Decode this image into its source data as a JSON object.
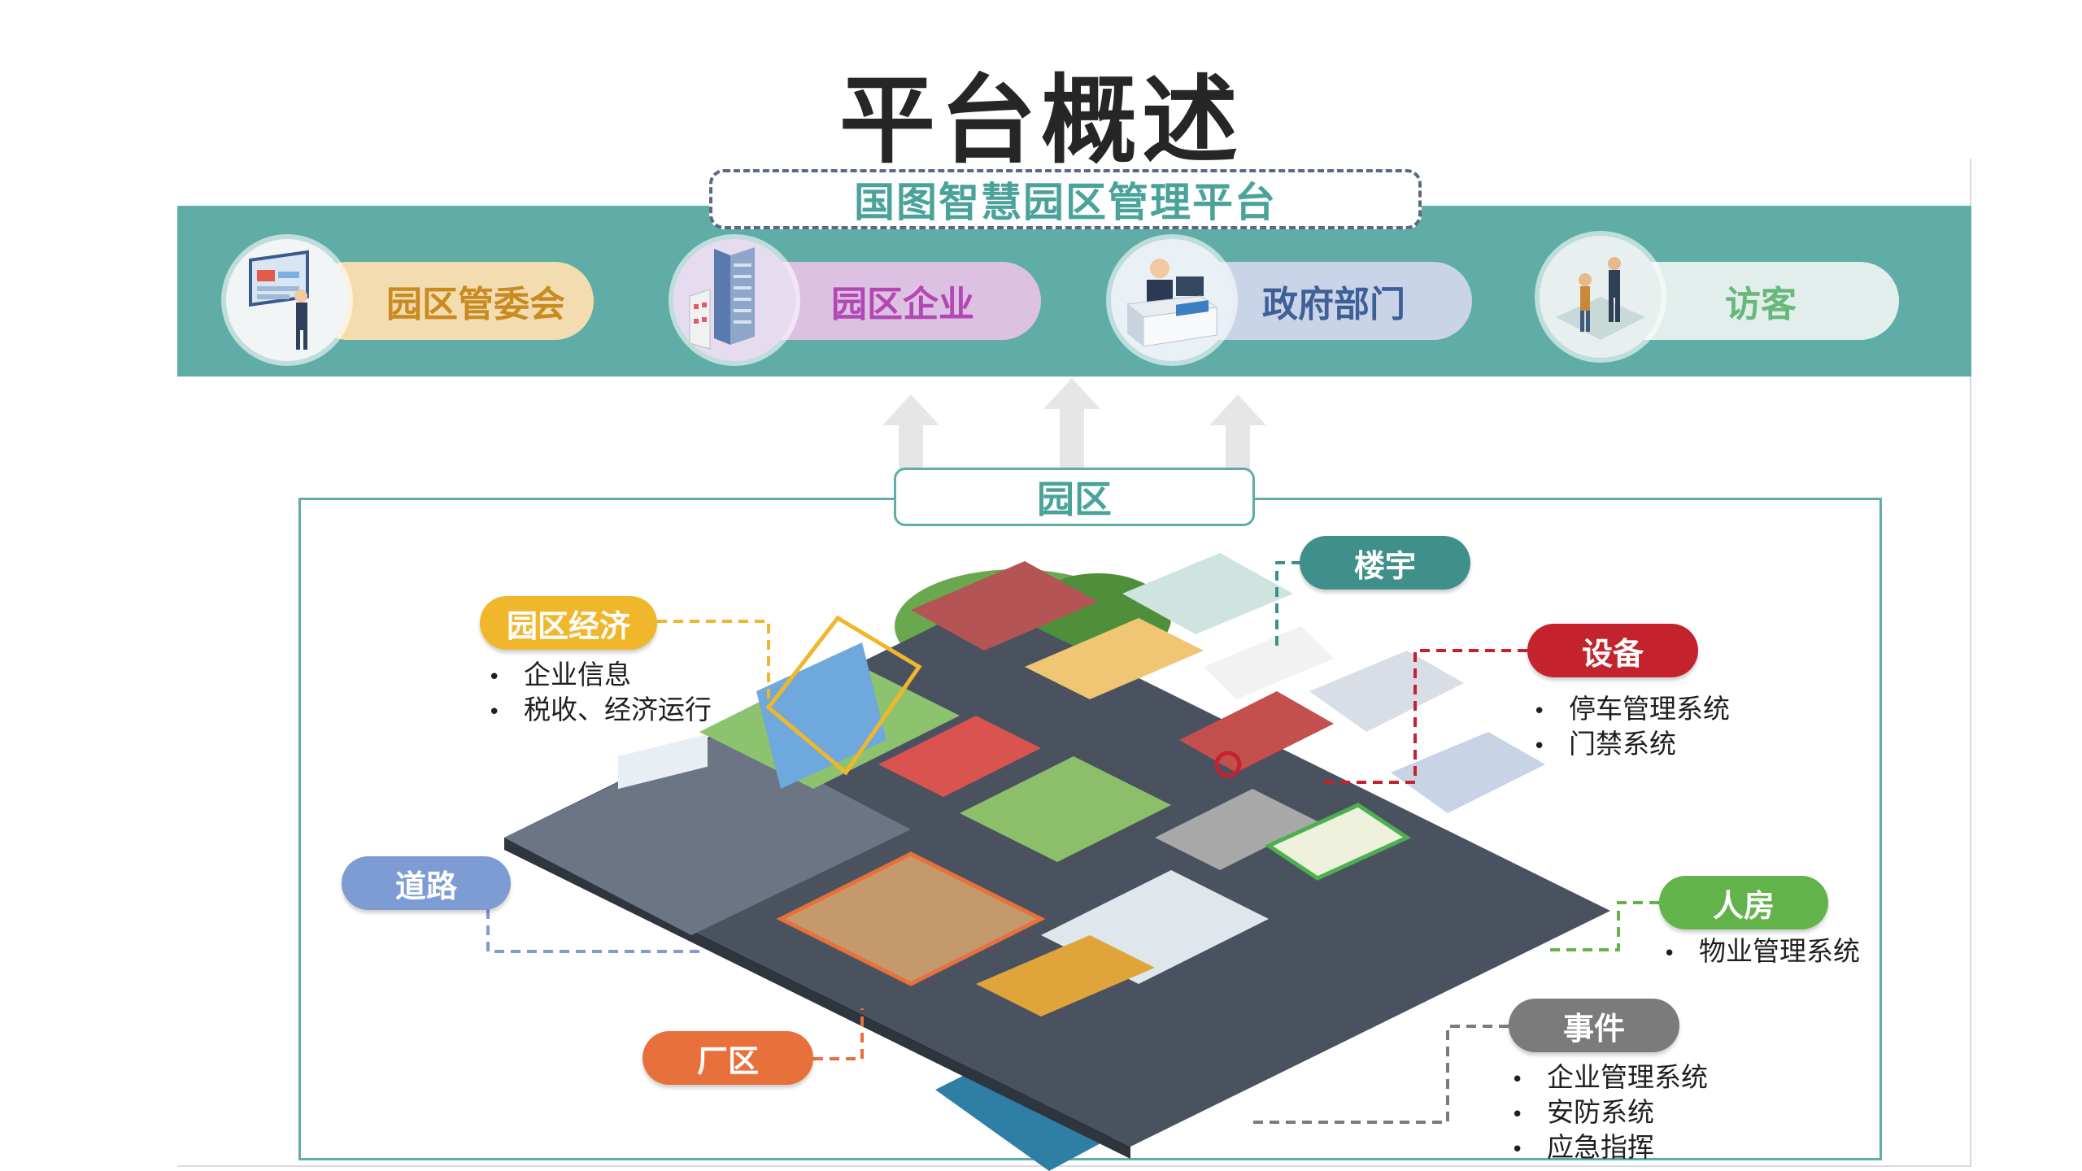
{
  "title": "平台概述",
  "platform": {
    "name": "国图智慧园区管理平台",
    "users": [
      {
        "label": "园区管委会",
        "color": "#c98a1f",
        "pill": "#f3dcb0",
        "icon": "billboard-worker-icon"
      },
      {
        "label": "园区企业",
        "color": "#b347b3",
        "pill": "#dcc1e3",
        "icon": "office-tower-icon"
      },
      {
        "label": "政府部门",
        "color": "#3f5f97",
        "pill": "#c9d4e8",
        "icon": "clerk-desk-icon"
      },
      {
        "label": "访客",
        "color": "#67b87a",
        "pill": "#e2eeec",
        "icon": "visitors-icon"
      }
    ]
  },
  "park": {
    "title": "园区",
    "tags": {
      "economy": {
        "label": "园区经济",
        "color": "#f0b72d",
        "items": [
          "企业信息",
          "税收、经济运行"
        ]
      },
      "building": {
        "label": "楼宇",
        "color": "#3f8f8b",
        "items": []
      },
      "equipment": {
        "label": "设备",
        "color": "#c4232d",
        "items": [
          "停车管理系统",
          "门禁系统"
        ]
      },
      "road": {
        "label": "道路",
        "color": "#7d9cd4",
        "items": []
      },
      "housing": {
        "label": "人房",
        "color": "#63b34b",
        "items": [
          "物业管理系统"
        ]
      },
      "event": {
        "label": "事件",
        "color": "#7b7b7b",
        "items": [
          "企业管理系统",
          "安防系统",
          "应急指挥"
        ]
      },
      "factory": {
        "label": "厂区",
        "color": "#e8703a",
        "items": []
      }
    }
  }
}
